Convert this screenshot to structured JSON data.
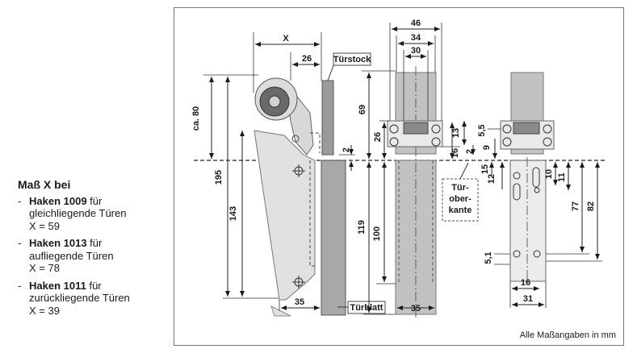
{
  "legend": {
    "title": "Maß X bei",
    "items": [
      {
        "dash": "-",
        "name": "Haken 1009",
        "desc1": " für",
        "desc2": "gleichliegende Türen",
        "value": "X = 59"
      },
      {
        "dash": "-",
        "name": "Haken 1013",
        "desc1": " für",
        "desc2": "aufliegende Türen",
        "value": "X = 78"
      },
      {
        "dash": "-",
        "name": "Haken 1011",
        "desc1": " für",
        "desc2": "zurückliegende Türen",
        "value": "X = 39"
      }
    ]
  },
  "labels": {
    "tuerstock": "Türstock",
    "tuerblatt": "Türblatt",
    "tuer_oberkante_1": "Tür-",
    "tuer_oberkante_2": "ober-",
    "tuer_oberkante_3": "kante"
  },
  "dims": {
    "x": "X",
    "d26a": "26",
    "ca80": "ca. 80",
    "d195": "195",
    "d143": "143",
    "d2a": "2",
    "d35a": "35",
    "d46": "46",
    "d34": "34",
    "d30": "30",
    "d69": "69",
    "d26b": "26",
    "d16": "16",
    "d13": "13",
    "d2b": "2",
    "d119": "119",
    "d100": "100",
    "d35b": "35",
    "d55": "5,5",
    "d9": "9",
    "d15": "15",
    "d12": "12",
    "d10": "10",
    "d11": "11",
    "d77": "77",
    "d82": "82",
    "d51": "5,1",
    "d16b": "16",
    "d31": "31"
  },
  "note": "Alle Maßangaben in mm"
}
